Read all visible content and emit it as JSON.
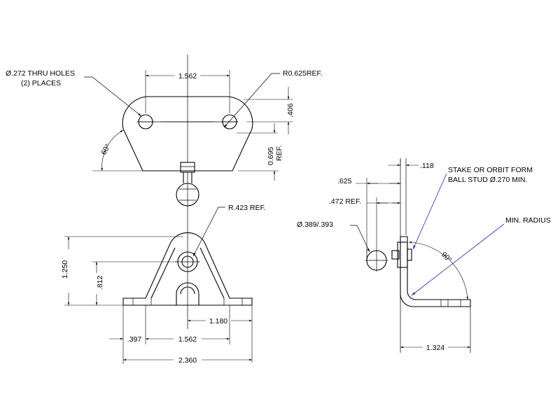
{
  "labels": {
    "thru_holes_1": "Ø.272 THRU HOLES",
    "thru_holes_2": "(2) PLACES",
    "radius_top": "R0.625REF.",
    "dim_top_1562": "1.562",
    "dim_406": ".406",
    "dim_0695": "0.695",
    "dim_ref": "REF.",
    "angle_60": "60°",
    "radius_423": "R.423 REF.",
    "dim_1250": "1.250",
    "dim_812": ".812",
    "dim_1180": "1.180",
    "dim_397": ".397",
    "dim_bottom_1562": "1.562",
    "dim_2360": "2.360",
    "dim_118": ".118",
    "dim_625": ".625",
    "dim_472": ".472 REF.",
    "ball_dia": "Ø.389/.393",
    "stake_1": "STAKE OR ORBIT FORM",
    "stake_2": "BALL STUD Ø.270 MIN.",
    "min_radius": "MIN. RADIUS",
    "angle_90": "90°",
    "dim_1324": "1.324"
  },
  "colors": {
    "line": "#000000",
    "leader_accent": "#1a2fb5",
    "background": "#ffffff"
  }
}
